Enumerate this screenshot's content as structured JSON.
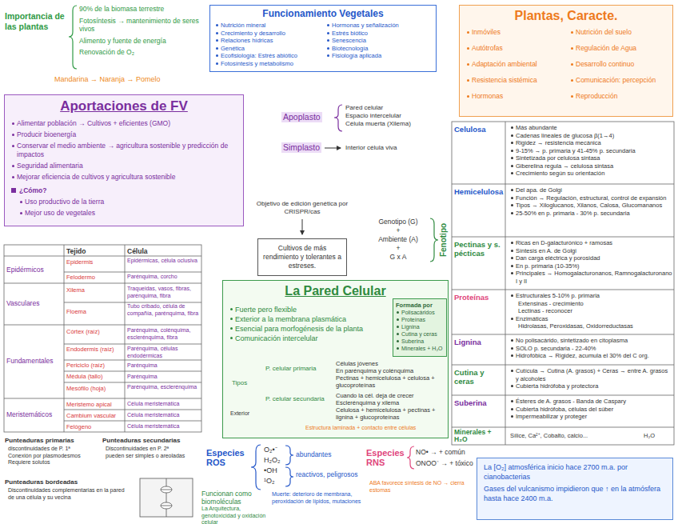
{
  "diagram": {
    "nodes": [
      {
        "text": [
          "Funcionamiento Vegetales",
          "Nutrición mineral",
          "Crecimiento y desarrollo",
          "Relaciones hídricas",
          "Genética",
          "Ecofisiología: Estrés abiótico",
          "Fotosíntesis y metabolismo",
          "Hormonas y señalización",
          "Estrés biótico",
          "Senescencia",
          "Biotecnología",
          "Fisiología aplicada"
        ]
      },
      {
        "text": [
          "Plantas, Caracte.",
          "Inmóviles",
          "Autótrofas",
          "Adaptación ambiental",
          "Resistencia sistémica",
          "Hormonas",
          "Nutrición del suelo",
          "Regulación de Agua",
          "Desarrollo continuo",
          "Comunicación: percepción",
          "Reproducción"
        ]
      },
      {
        "text": [
          "Aportaciones de FV",
          "Alimentar población → Cultivos + eficientes (GMO)",
          "Producir bioenergía",
          "Conservar el medio ambiente → agricultura sostenible y predicción de impactos",
          "Seguridad alimentaria",
          "Mejorar eficiencia de cultivos y agricultura sostenible",
          "¿Cómo?",
          "Uso productivo de la tierra",
          "Mejor uso de vegetales"
        ]
      },
      {
        "text": [
          "Cultivos de más rendimiento y tolerantes a estreses."
        ]
      },
      {
        "text": [
          "La Pared Celular",
          "Fuerte pero flexible",
          "Exterior a la membrana plasmática",
          "Esencial para morfogénesis de la planta",
          "Comunicación intercelular"
        ]
      },
      {
        "text": [
          "Formada por",
          "Polisacáridos",
          "Proteínas",
          "Lignina",
          "Cutina y ceras",
          "Suberina",
          "Minerales + H₂O"
        ],
        "in": 4
      },
      {
        "text": [
          "La [O₂] atmosférica inicio hace 2700 m.a. por cianobacterias",
          "Gases del vulcanismo impidieron que ↑ en la atmósfera hasta hace 2400 m.a."
        ]
      }
    ],
    "labels": [
      "Importancia de las plantas",
      "90% de la biomasa terrestre",
      "Fotosíntesis → mantenimiento de seres vivos",
      "Alimento y fuente de energía",
      "Renovación de O₂",
      "Mandarina → Naranja → Pomelo",
      "Apoplasto",
      "Pared celular",
      "Espacio intercelular",
      "Célula muerta (Xilema)",
      "Simplasto",
      "Interior célula viva",
      "Objetivo de edición genética por CRISPR/cas",
      "Genotipo (G)",
      "+",
      "Ambiente (A)",
      "+",
      "G x A",
      "Fenotipo",
      "Tejido",
      "Célula",
      "Epidérmicos",
      "Epidermis",
      "Epidérmicas, célula oclusiva",
      "Felodermo",
      "Parénquima, corcho",
      "Vasculares",
      "Xilema",
      "Traqueidas, vasos, fibras, parénquima, fibra",
      "Floema",
      "Tubo cribado, célula de compañía, parénquima, fibra",
      "Fundamentales",
      "Córtex (raíz)",
      "Parénquima, colénquima, esclerénquima, fibra",
      "Endodermis (raíz)",
      "Parénquima, células endodérmicas",
      "Periciclo (raíz)",
      "Parénquima",
      "Médula (tallo)",
      "Parénquima",
      "Mesófilo (hoja)",
      "Parénquima, esclerénquima",
      "Meristemáticos",
      "Meristemo apical",
      "Célula meristemática",
      "Cambium vascular",
      "Célula meristemática",
      "Felógeno",
      "Célula meristemática",
      "Punteaduras primarias",
      "discontinuidades de P. 1ª",
      "Conexión por plasmodesmos",
      "Requiere solutos",
      "Punteaduras secundarias",
      "Discontinuidades en P. 2ª",
      "pueden ser simples o areoladas",
      "Punteaduras bordeadas",
      "Discontinuidades complementarias en la pared de una célula y su vecina",
      "Tipos",
      "P. celular primaria",
      "Células jóvenes",
      "En parénquima y colénquima",
      "Pectinas + hemicelulosa + celulosa + glucoproteínas",
      "P. celular secundaria",
      "Cuando la cél. deja de crecer",
      "Esclerénquima y xilema",
      "Celulosa + hemicelulosa + pectinas + lignina + glucoproteínas",
      "Exterior",
      "Estructura laminada + contacto entre células",
      "Celulosa",
      "Más abundante",
      "Cadenas lineales de glucosa β(1→4)",
      "Rigidez → resistencia mecánica",
      "9-15% → p. primaria y 41-45% p. secundaria",
      "Sintetizada por celulosa sintasa",
      "Giberelina regula → celulosa sintasa",
      "Crecimiento según su orientación",
      "Hemicelulosa",
      "Del apa. de Golgi",
      "Función → Regulación, estructural, control de expansión",
      "Tipos → Xiloglucanos, Xilanos, Calosa, Glucomananos",
      "25-50% en p. primaria - 30% p. secundaria",
      "Pectinas y s. pécticas",
      "Ricas en D-galacturónico + ramosas",
      "Síntesis en A. de Golgi",
      "Dan carga eléctrica y porosidad",
      "En p. primaria (10-35%)",
      "Principales → Homogalacturonanos, Ramnogalacturonano I y II",
      "Proteínas",
      "Estructurales 5-10% p. primaria",
      "Extensinas - crecimiento",
      "Lectinas - reconocer",
      "Enzimáticas",
      "Hidrolasas, Peroxidasas, Oxidorreductasas",
      "Lignina",
      "No polisacárido, sintetizado en citoplasma",
      "SOLO p. secundaria - 22-40%",
      "Hidrofóbica → Rigidez, acumula el 30% del C org.",
      "Cutina y ceras",
      "Cutícula → Cutina (A. grasos) + Ceras → entre A. grasos y alcoholes",
      "Cubierta hidrófoba y protectora",
      "Suberina",
      "Ésteres de A. grasos - Banda de Caspary",
      "Cubierta hidrófoba, células del súber",
      "Impermeabilizar y proteger",
      "Minerales + H₂O",
      "Sílice, Ca²⁺, Cobalto, calcio...",
      "H₂O",
      "Especies ROS",
      "O₂•⁻",
      "H₂O₂",
      "•OH",
      "¹O₂",
      "abundantes",
      "reactivos, peligrosos",
      "Funcionan como biomoléculas",
      "La Arquitectura, genotoxicidad y oxidación celular",
      "Muerte: deterioro de membrana, peroxidación de lípidos, mutaciones",
      "Especies RNS",
      "NO• → + común",
      "ONOO⁻ → + tóxico",
      "ABA favorece síntesis de NO → cierra estomas"
    ]
  }
}
